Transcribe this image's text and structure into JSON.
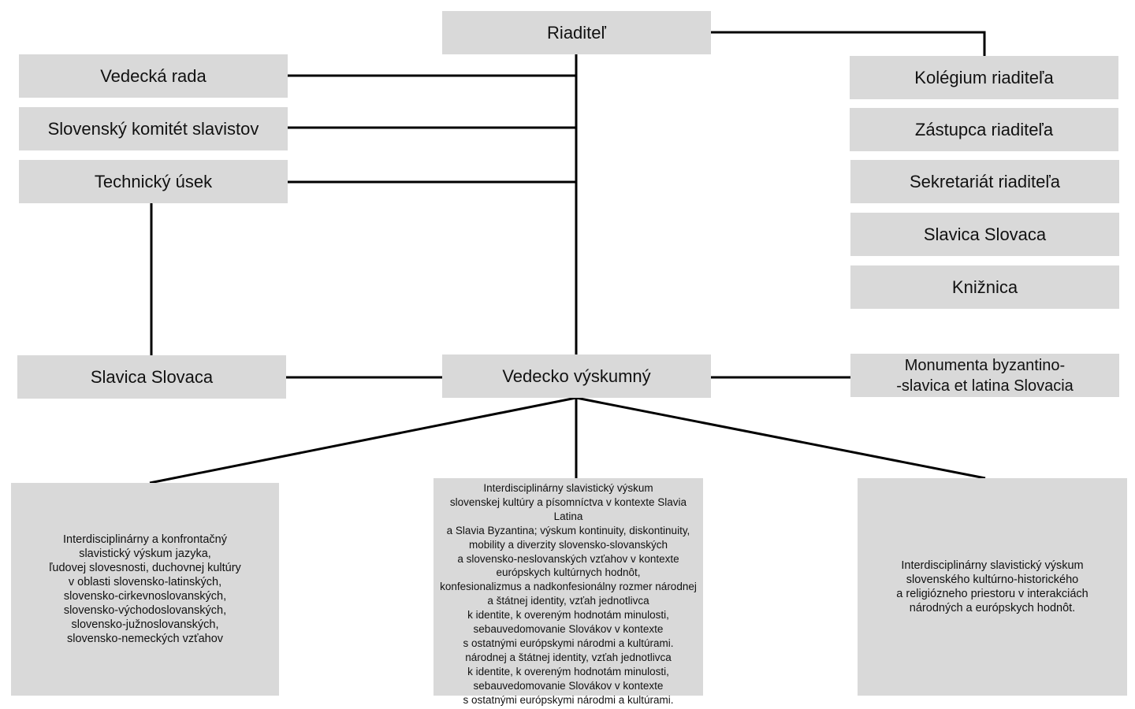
{
  "top": {
    "director": "Riaditeľ"
  },
  "left": {
    "scientific_council": "Vedecká rada",
    "slovak_committee": "Slovenský komitét slavistov",
    "technical_dept": "Technický úsek",
    "slavica_slovaca": "Slavica Slovaca"
  },
  "right": {
    "collegium": "Kolégium riaditeľa",
    "deputy": "Zástupca riaditeľa",
    "secretariat": "Sekretariát riaditeľa",
    "slavica_slovaca": "Slavica Slovaca",
    "library": "Knižnica",
    "monumenta": "Monumenta byzantino-\n-slavica et latina Slovacia"
  },
  "center": {
    "research": "Vedecko výskumný"
  },
  "bottom": {
    "left_text": "Interdisciplinárny a konfrontačný\nslavistický výskum jazyka,\nľudovej slovesnosti, duchovnej kultúry\nv oblasti slovensko-latinských,\nslovensko-cirkevnoslovanských,\nslovensko-východoslovanských,\nslovensko-južnoslovanských,\nslovensko-nemeckých vzťahov",
    "center_text": "Interdisciplinárny slavistický výskum\nslovenskej kultúry a písomníctva v kontexte Slavia Latina\na Slavia Byzantina; výskum kontinuity, diskontinuity,\nmobility a diverzity slovensko-slovanských\na slovensko-neslovanských vzťahov v kontexte\neurópskych kultúrnych hodnôt,\nkonfesionalizmus a nadkonfesionálny rozmer národnej\na štátnej identity, vzťah jednotlivca\nk identite, k overeným hodnotám minulosti,\nsebauvedomovanie Slovákov v kontexte\ns ostatnými európskymi národmi a kultúrami.\nnárodnej a štátnej identity, vzťah jednotlivca\nk identite, k overeným hodnotám minulosti,\nsebauvedomovanie Slovákov v kontexte\ns ostatnými európskymi národmi a kultúrami.",
    "right_text": "Interdisciplinárny slavistický výskum\nslovenského kultúrno-historického\na religiózneho priestoru v interakciách\nnárodných a európskych hodnôt."
  }
}
